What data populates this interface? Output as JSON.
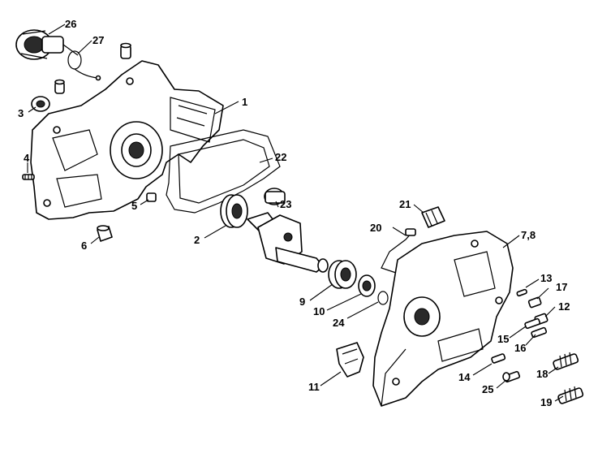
{
  "callouts": {
    "c1": "1",
    "c2": "2",
    "c3": "3",
    "c4": "4",
    "c5": "5",
    "c6": "6",
    "c78": "7,8",
    "c9": "9",
    "c10": "10",
    "c11": "11",
    "c12": "12",
    "c13": "13",
    "c14": "14",
    "c15": "15",
    "c16": "16",
    "c17": "17",
    "c18": "18",
    "c19": "19",
    "c20": "20",
    "c21": "21",
    "c22": "22",
    "c23": "23",
    "c24": "24",
    "c25": "25",
    "c26": "26",
    "c27": "27"
  }
}
